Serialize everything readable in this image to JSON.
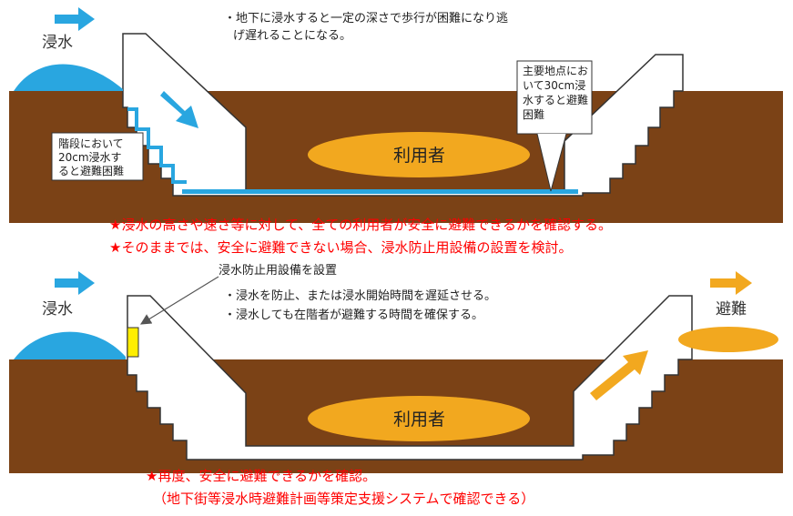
{
  "colors": {
    "soil": "#7b4216",
    "water": "#29a6e0",
    "water_light": "#6fc3ec",
    "user_fill": "#f2a81f",
    "guard_fill": "#ffee00",
    "text_red": "#ff0000",
    "outline": "#333333"
  },
  "icons": [
    "arrow-right-icon",
    "arrow-diagonal-icon",
    "ellipse-user-marker"
  ],
  "top": {
    "flood_label": "浸水",
    "note": [
      "・地下に浸水すると一定の深さで歩行が困難になり逃",
      "げ遅れることになる。"
    ],
    "callout_left": [
      "階段において",
      "20cm浸水す",
      "ると避難困難"
    ],
    "callout_right": [
      "主要地点にお",
      "いて30cm浸",
      "水すると避難",
      "困難"
    ],
    "user_label": "利用者"
  },
  "messages": [
    "★浸水の高さや速さ等に対して、全ての利用者が安全に避難できるかを確認する。",
    "★そのままでは、安全に避難できない場合、浸水防止用設備の設置を検討。"
  ],
  "bottom": {
    "flood_label": "浸水",
    "device_label": "浸水防止用設備を設置",
    "notes": [
      "・浸水を防止、または浸水開始時間を遅延させる。",
      "・浸水しても在階者が避難する時間を確保する。"
    ],
    "evac_label": "避難",
    "user_label": "利用者"
  },
  "footer": {
    "line1": "★再度、安全に避難できるかを確認。",
    "line2": "（地下街等浸水時避難計画等策定支援システムで確認できる）"
  }
}
